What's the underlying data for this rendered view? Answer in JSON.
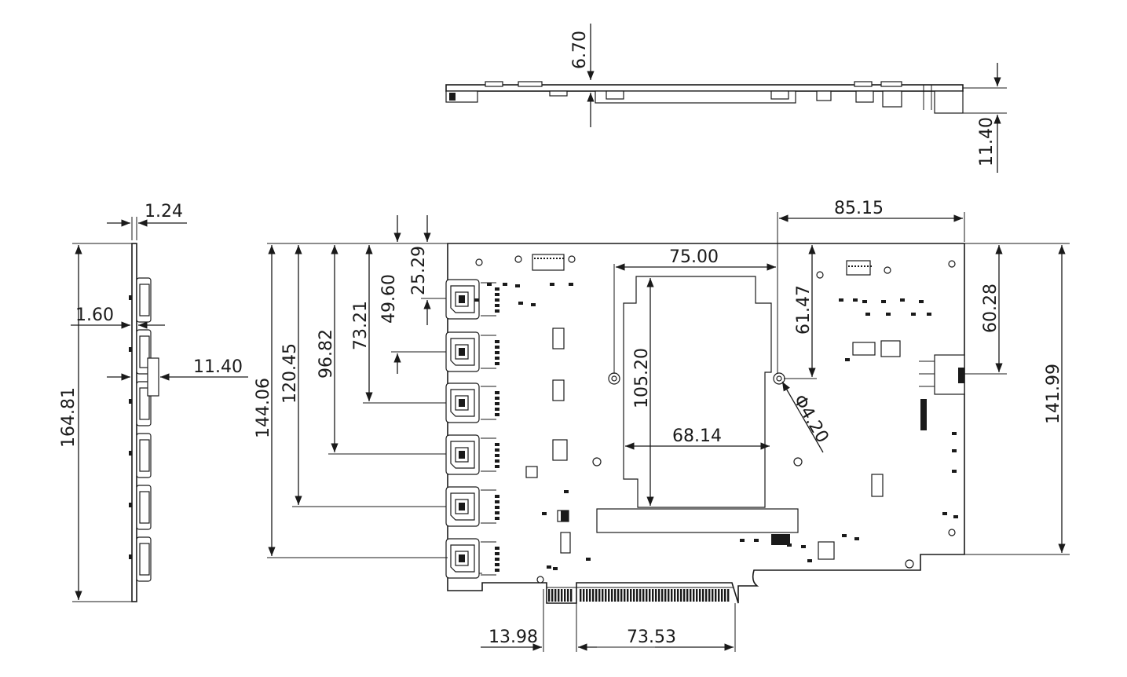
{
  "drawing": {
    "top_view": {
      "thickness_top": "6.70",
      "thickness_right": "11.40"
    },
    "side_view": {
      "width_top": "1.24",
      "offset_left": "1.60",
      "depth_right": "11.40",
      "height": "164.81"
    },
    "front_view": {
      "height_total": "144.06",
      "port_5": "120.45",
      "port_4": "96.82",
      "port_3": "73.21",
      "port_2": "49.60",
      "port_1": "25.29",
      "right_width": "85.15",
      "heatsink_width": "75.00",
      "heatsink_inner_width": "68.14",
      "heatsink_height": "105.20",
      "mount_hole_offset": "61.47",
      "mount_hole_diameter": "Φ4.20",
      "connector_offset": "60.28",
      "right_height": "141.99",
      "edge_offset": "13.98",
      "edge_length": "73.53"
    }
  }
}
